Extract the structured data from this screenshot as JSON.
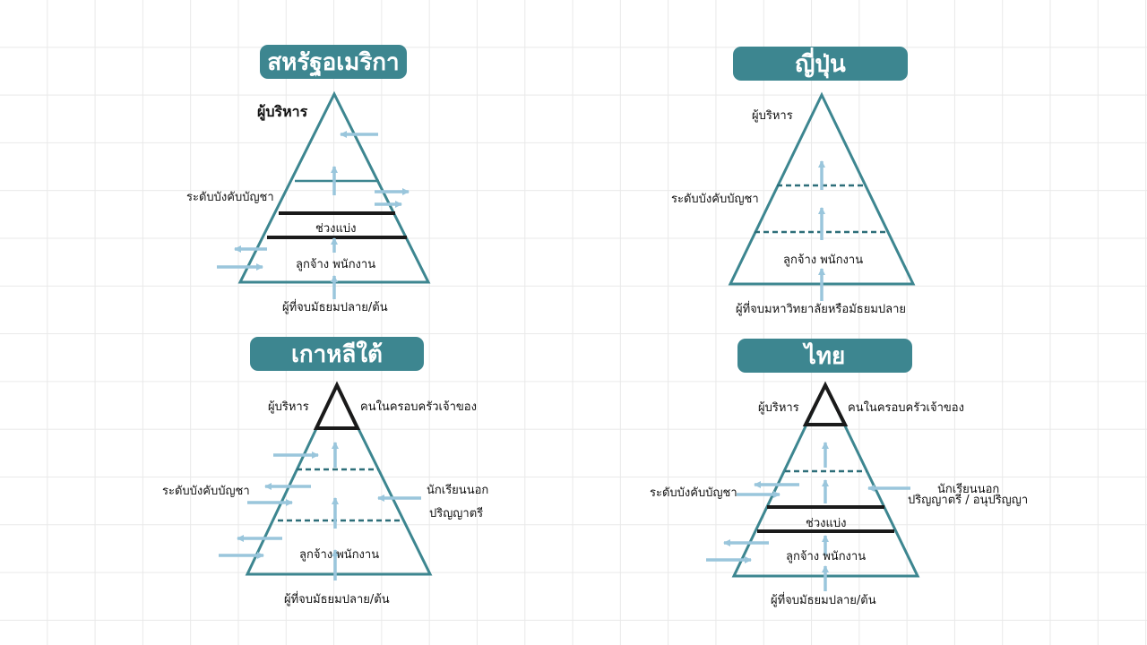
{
  "colors": {
    "teal": "#3d8690",
    "arrow": "#9ac6dc",
    "line": "#1a1a1a",
    "dash": "#2d6e79"
  },
  "usa": {
    "title": "สหรัฐอเมริกา",
    "executive": "ผู้บริหาร",
    "command_level": "ระดับบังคับบัญชา",
    "gap": "ช่วงแบ่ง",
    "employees": "ลูกจ้าง พนักงาน",
    "entry": "ผู้ที่จบมัธยมปลาย/ต้น"
  },
  "japan": {
    "title": "ญี่ปุ่น",
    "executive": "ผู้บริหาร",
    "command_level": "ระดับบังคับบัญชา",
    "employees": "ลูกจ้าง พนักงาน",
    "entry": "ผู้ที่จบมหาวิทยาลัยหรือมัธยมปลาย"
  },
  "korea": {
    "title": "เกาหลีใต้",
    "executive": "ผู้บริหาร",
    "family": "คนในครอบครัวเจ้าของ",
    "command_level": "ระดับบังคับบัญชา",
    "outsiders": "นักเรียนนอก",
    "bachelor": "ปริญญาตรี",
    "employees": "ลูกจ้าง พนักงาน",
    "entry": "ผู้ที่จบมัธยมปลาย/ต้น"
  },
  "thailand": {
    "title": "ไทย",
    "executive": "ผู้บริหาร",
    "family": "คนในครอบครัวเจ้าของ",
    "command_level": "ระดับบังคับบัญชา",
    "outsiders": "นักเรียนนอก",
    "degrees": "ปริญญาตรี / อนุปริญญา",
    "gap": "ช่วงแบ่ง",
    "employees": "ลูกจ้าง พนักงาน",
    "entry": "ผู้ที่จบมัธยมปลาย/ต้น"
  }
}
